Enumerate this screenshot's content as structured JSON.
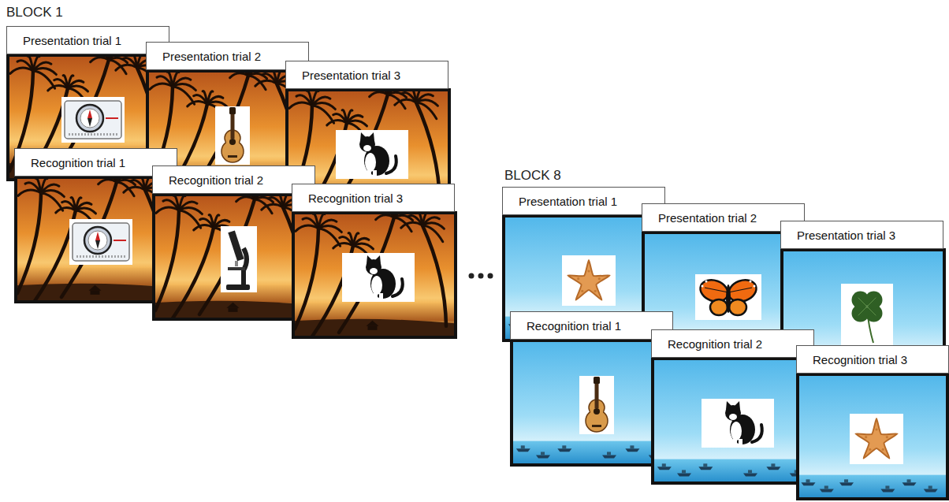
{
  "diagram": {
    "nodes": [
      {
        "text": [
          "Presentation trial 1"
        ]
      },
      {
        "text": [
          "Presentation trial 2"
        ]
      },
      {
        "text": [
          "Presentation trial 3"
        ]
      },
      {
        "text": [
          "Recognition trial 1"
        ]
      },
      {
        "text": [
          "Recognition trial 2"
        ]
      },
      {
        "text": [
          "Recognition trial 3"
        ]
      },
      {
        "text": [
          "Presentation trial 1"
        ]
      },
      {
        "text": [
          "Presentation trial 2"
        ]
      },
      {
        "text": [
          "Presentation trial 3"
        ]
      },
      {
        "text": [
          "Recognition trial 1"
        ]
      },
      {
        "text": [
          "Recognition trial 2"
        ]
      },
      {
        "text": [
          "Recognition trial 3"
        ]
      }
    ],
    "labels": [
      "BLOCK 1",
      "BLOCK 8"
    ]
  }
}
